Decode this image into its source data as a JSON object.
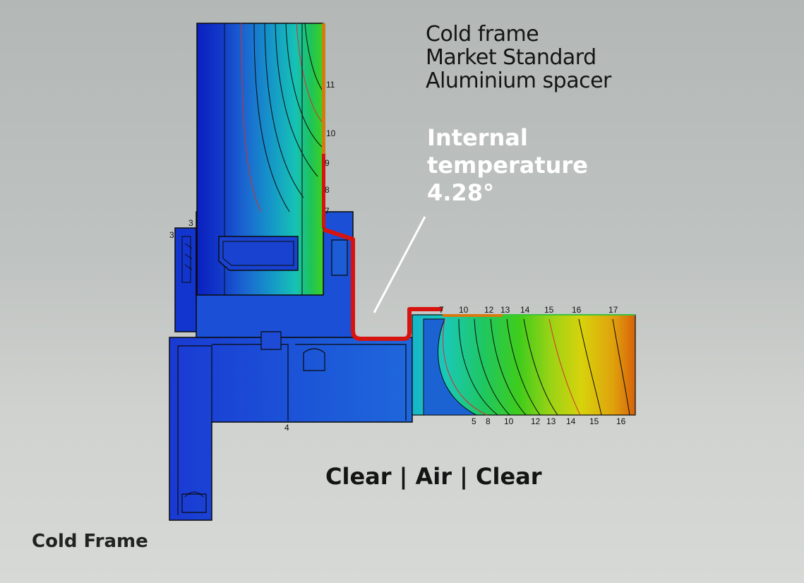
{
  "header": {
    "lines": [
      "Cold frame",
      "Market Standard",
      "Aluminium spacer"
    ]
  },
  "highlight": {
    "label_line1": "Internal",
    "label_line2": "temperature",
    "value": "4.28°"
  },
  "glazing_label": "Clear | Air | Clear",
  "frame_label": "Cold Frame",
  "isotherm_labels": {
    "glass_edge": [
      "11",
      "10",
      "9",
      "8",
      "7"
    ],
    "frame_left": [
      "3",
      "3"
    ],
    "frame_bottom": [
      "4"
    ],
    "wall_top": [
      "7",
      "10",
      "12",
      "13",
      "14",
      "15",
      "16",
      "17"
    ],
    "wall_bottom": [
      "5",
      "8",
      "10",
      "12",
      "13",
      "14",
      "15",
      "16"
    ]
  },
  "colors": {
    "cold": "#0a1fbf",
    "frame_blue": "#1a55d6",
    "cyan": "#1fc7c9",
    "green": "#2ec41e",
    "yellow": "#d9d00a",
    "orange": "#df8c0a",
    "hot": "#d8580c",
    "critical_edge": "#d7130f"
  }
}
